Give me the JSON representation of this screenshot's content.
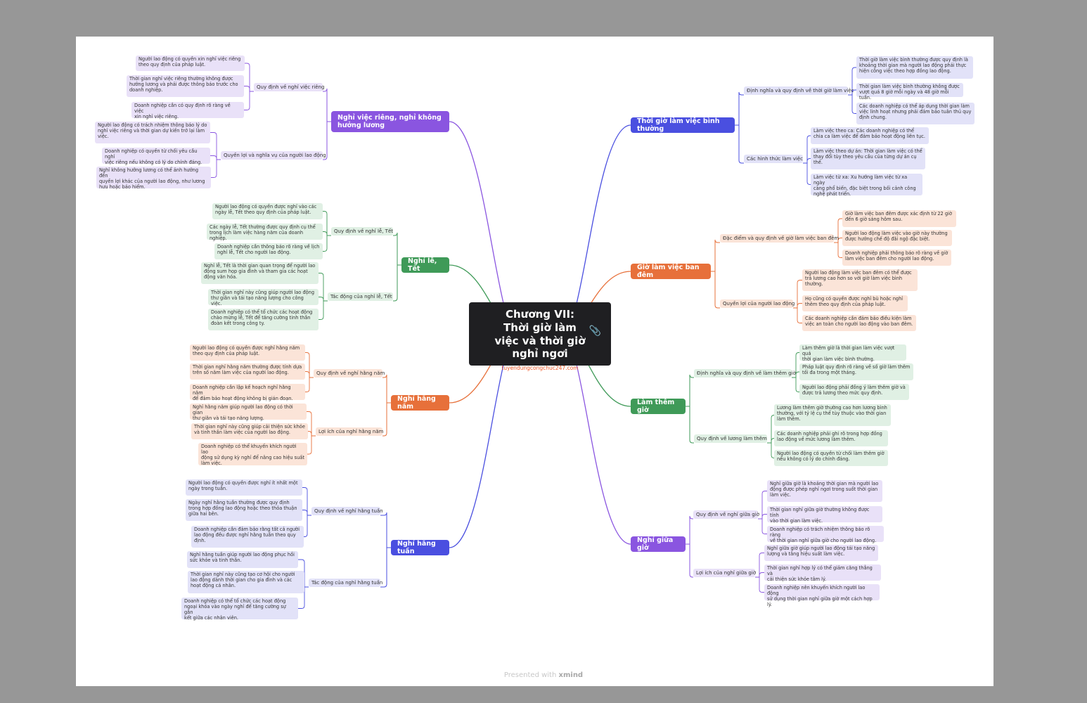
{
  "footer": {
    "text": "Presented with",
    "brand": "xmind"
  },
  "central": {
    "title": "Chương VII: Thời giờ làm việc và thời giờ nghỉ ngơi",
    "subtitle": "tuyendungcongchuc247.com",
    "icon": "paperclip-icon"
  },
  "colors": {
    "purple": {
      "main": "#8a55e0",
      "light": "#e9e1f8",
      "line": "#8a55e0"
    },
    "blue": {
      "main": "#4a4fe0",
      "light": "#e2e2f8",
      "line": "#4a4fe0"
    },
    "orange": {
      "main": "#e7703a",
      "light": "#fbe4d8",
      "line": "#e7703a"
    },
    "green": {
      "main": "#3f9a58",
      "light": "#e0f0e4",
      "line": "#3f9a58"
    }
  },
  "branches": [
    {
      "label": "Thời giờ làm việc bình thường",
      "color": "blue",
      "subs": [
        {
          "label": "Định nghĩa và quy định về thời giờ làm việc",
          "leaves": [
            "Thời giờ làm việc bình thường được quy định là\nkhoảng thời gian mà người lao động phải thực\nhiện công việc theo hợp đồng lao động.",
            "Thời gian làm việc bình thường không được\nvượt quá 8 giờ mỗi ngày và 48 giờ mỗi tuần.",
            "Các doanh nghiệp có thể áp dụng thời gian làm\nviệc linh hoạt nhưng phải đảm bảo tuân thủ quy\nđịnh chung."
          ]
        },
        {
          "label": "Các hình thức làm việc",
          "leaves": [
            "Làm việc theo ca: Các doanh nghiệp có thể\nchia ca làm việc để đảm bảo hoạt động liên tục.",
            "Làm việc theo dự án: Thời gian làm việc có thể\nthay đổi tùy theo yêu cầu của từng dự án cụ\nthể.",
            "Làm việc từ xa: Xu hướng làm việc từ xa ngày\ncàng phổ biến, đặc biệt trong bối cảnh công\nnghệ phát triển."
          ]
        }
      ]
    },
    {
      "label": "Giờ làm việc ban đêm",
      "color": "orange",
      "subs": [
        {
          "label": "Đặc điểm và quy định về giờ làm việc ban đêm",
          "leaves": [
            "Giờ làm việc ban đêm được xác định từ 22 giờ\nđến 6 giờ sáng hôm sau.",
            "Người lao động làm việc vào giờ này thường\nđược hưởng chế độ đãi ngộ đặc biệt.",
            "Doanh nghiệp phải thông báo rõ ràng về giờ\nlàm việc ban đêm cho người lao động."
          ]
        },
        {
          "label": "Quyền lợi của người lao động",
          "leaves": [
            "Người lao động làm việc ban đêm có thể được\ntrả lương cao hơn so với giờ làm việc bình\nthường.",
            "Họ cũng có quyền được nghỉ bù hoặc nghỉ\nthêm theo quy định của pháp luật.",
            "Các doanh nghiệp cần đảm bảo điều kiện làm\nviệc an toàn cho người lao động vào ban đêm."
          ]
        }
      ]
    },
    {
      "label": "Làm thêm giờ",
      "color": "green",
      "subs": [
        {
          "label": "Định nghĩa và quy định về làm thêm giờ",
          "leaves": [
            "Làm thêm giờ là thời gian làm việc vượt quá\nthời gian làm việc bình thường.",
            "Pháp luật quy định rõ ràng về số giờ làm thêm\ntối đa trong một tháng.",
            "Người lao động phải đồng ý làm thêm giờ và\nđược trả lương theo mức quy định."
          ]
        },
        {
          "label": "Quy định về lương làm thêm",
          "leaves": [
            "Lương làm thêm giờ thường cao hơn lương bình\nthường, với tỷ lệ cụ thể tùy thuộc vào thời gian\nlàm thêm.",
            "Các doanh nghiệp phải ghi rõ trong hợp đồng\nlao động về mức lương làm thêm.",
            "Người lao động có quyền từ chối làm thêm giờ\nnếu không có lý do chính đáng."
          ]
        }
      ]
    },
    {
      "label": "Nghỉ giữa giờ",
      "color": "purple",
      "subs": [
        {
          "label": "Quy định về nghỉ giữa giờ",
          "leaves": [
            "Nghỉ giữa giờ là khoảng thời gian mà người lao\nđộng được phép nghỉ ngơi trong suốt thời gian\nlàm việc.",
            "Thời gian nghỉ giữa giờ thường không được tính\nvào thời gian làm việc.",
            "Doanh nghiệp có trách nhiệm thông báo rõ ràng\nvề thời gian nghỉ giữa giờ cho người lao động."
          ]
        },
        {
          "label": "Lợi ích của nghỉ giữa giờ",
          "leaves": [
            "Nghỉ giữa giờ giúp người lao động tái tạo năng\nlượng và tăng hiệu suất làm việc.",
            "Thời gian nghỉ hợp lý có thể giảm căng thẳng và\ncải thiện sức khỏe tâm lý.",
            "Doanh nghiệp nên khuyến khích người lao động\nsử dụng thời gian nghỉ giữa giờ một cách hợp lý."
          ]
        }
      ]
    },
    {
      "label": "Nghỉ việc riêng, nghỉ không hưởng lương",
      "color": "purple",
      "subs": [
        {
          "label": "Quy định về nghỉ việc riêng",
          "leaves": [
            "Người lao động có quyền xin nghỉ việc riêng\ntheo quy định của pháp luật.",
            "Thời gian nghỉ việc riêng thường không được\nhưởng lương và phải được thông báo trước cho\ndoanh nghiệp.",
            "Doanh nghiệp cần có quy định rõ ràng về việc\nxin nghỉ việc riêng."
          ]
        },
        {
          "label": "Quyền lợi và nghĩa vụ của người lao động",
          "leaves": [
            "Người lao động có trách nhiệm thông báo lý do\nnghỉ việc riêng và thời gian dự kiến trở lại làm\nviệc.",
            "Doanh nghiệp có quyền từ chối yêu cầu nghỉ\nviệc riêng nếu không có lý do chính đáng.",
            "Nghỉ không hưởng lương có thể ảnh hưởng đến\nquyền lợi khác của người lao động, như lương\nhưu hoặc bảo hiểm."
          ]
        }
      ]
    },
    {
      "label": "Nghỉ lễ, Tết",
      "color": "green",
      "subs": [
        {
          "label": "Quy định về nghỉ lễ, Tết",
          "leaves": [
            "Người lao động có quyền được nghỉ vào các\nngày lễ, Tết theo quy định của pháp luật.",
            "Các ngày lễ, Tết thường được quy định cụ thể\ntrong lịch làm việc hàng năm của doanh nghiệp.",
            "Doanh nghiệp cần thông báo rõ ràng về lịch\nnghỉ lễ, Tết cho người lao động."
          ]
        },
        {
          "label": "Tác động của nghỉ lễ, Tết",
          "leaves": [
            "Nghỉ lễ, Tết là thời gian quan trọng để người lao\nđộng sum họp gia đình và tham gia các hoạt\nđộng văn hóa.",
            "Thời gian nghỉ này cũng giúp người lao động\nthư giãn và tái tạo năng lượng cho công việc.",
            "Doanh nghiệp có thể tổ chức các hoạt động\nchào mừng lễ, Tết để tăng cường tinh thần\nđoàn kết trong công ty."
          ]
        }
      ]
    },
    {
      "label": "Nghỉ hằng năm",
      "color": "orange",
      "subs": [
        {
          "label": "Quy định về nghỉ hằng năm",
          "leaves": [
            "Người lao động có quyền được nghỉ hằng năm\ntheo quy định của pháp luật.",
            "Thời gian nghỉ hằng năm thường được tính dựa\ntrên số năm làm việc của người lao động.",
            "Doanh nghiệp cần lập kế hoạch nghỉ hằng năm\nđể đảm bảo hoạt động không bị gián đoạn."
          ]
        },
        {
          "label": "Lợi ích của nghỉ hằng năm",
          "leaves": [
            "Nghỉ hằng năm giúp người lao động có thời gian\nthư giãn và tái tạo năng lượng.",
            "Thời gian nghỉ này cũng giúp cải thiện sức khỏe\nvà tinh thần làm việc của người lao động.",
            "Doanh nghiệp có thể khuyến khích người lao\nđộng sử dụng kỳ nghỉ để nâng cao hiệu suất\nlàm việc."
          ]
        }
      ]
    },
    {
      "label": "Nghỉ hằng tuần",
      "color": "blue",
      "subs": [
        {
          "label": "Quy định về nghỉ hằng tuần",
          "leaves": [
            "Người lao động có quyền được nghỉ ít nhất một\nngày trong tuần.",
            "Ngày nghỉ hằng tuần thường được quy định\ntrong hợp đồng lao động hoặc theo thỏa thuận\ngiữa hai bên.",
            "Doanh nghiệp cần đảm bảo rằng tất cả người\nlao động đều được nghỉ hằng tuần theo quy\nđịnh."
          ]
        },
        {
          "label": "Tác động của nghỉ hằng tuần",
          "leaves": [
            "Nghỉ hằng tuần giúp người lao động phục hồi\nsức khỏe và tinh thần.",
            "Thời gian nghỉ này cũng tạo cơ hội cho người\nlao động dành thời gian cho gia đình và các\nhoạt động cá nhân.",
            "Doanh nghiệp có thể tổ chức các hoạt động\nngoại khóa vào ngày nghỉ để tăng cường sự gắn\nkết giữa các nhân viên."
          ]
        }
      ]
    }
  ]
}
